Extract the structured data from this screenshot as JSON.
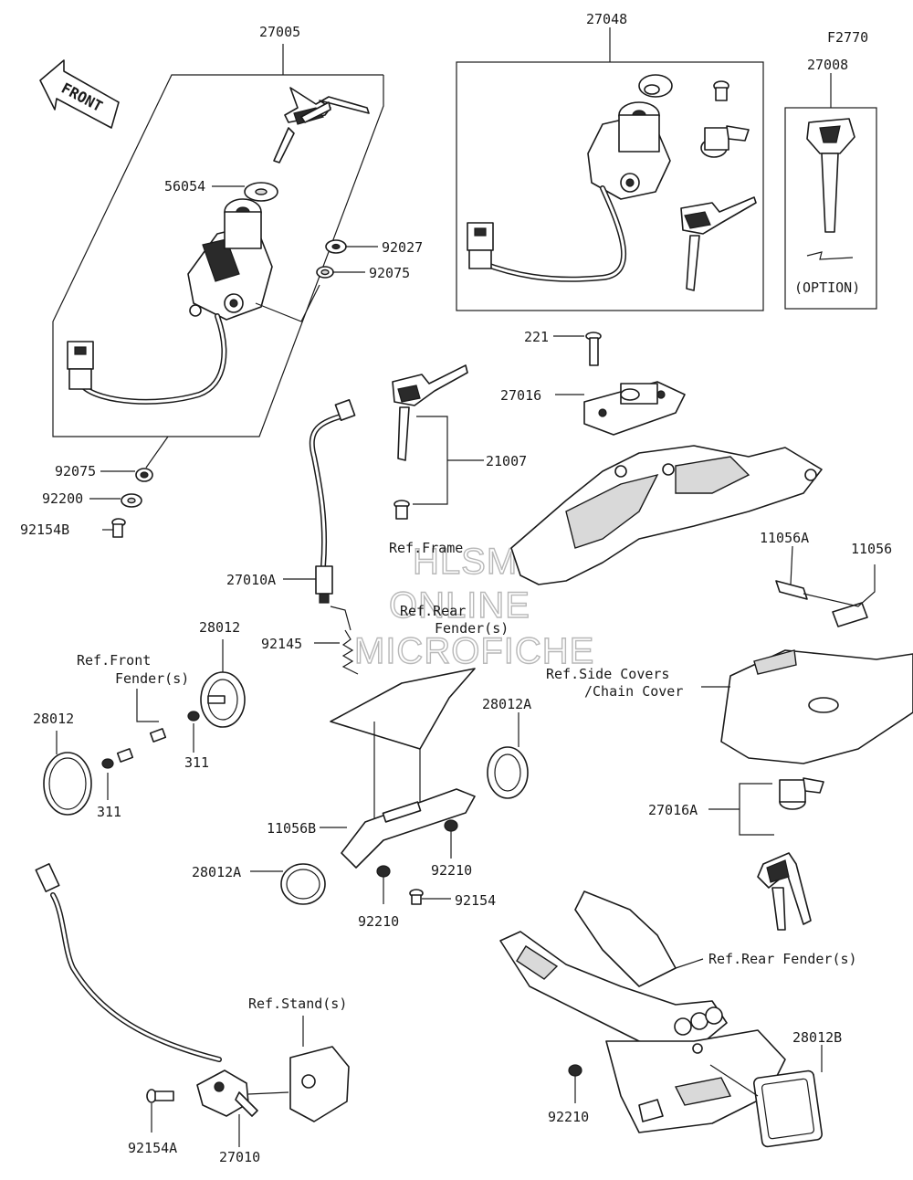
{
  "diagram": {
    "code": "F2770",
    "front_marker": "FRONT",
    "watermark": [
      "HLSM",
      "ONLINE",
      "MICROFICHE"
    ],
    "labels": {
      "p27005": "27005",
      "p27048": "27048",
      "p27008": "27008",
      "option": "(OPTION)",
      "p56054": "56054",
      "p92027": "92027",
      "p92075a": "92075",
      "p92075b": "92075",
      "p92200": "92200",
      "p92154b": "92154B",
      "p221": "221",
      "p27016": "27016",
      "p21007": "21007",
      "ref_frame": "Ref.Frame",
      "p27010a": "27010A",
      "ref_rear_1": "Ref.Rear",
      "ref_rear_2": "Fender(s)",
      "p11056a": "11056A",
      "p11056": "11056",
      "p92145": "92145",
      "p28012_top": "28012",
      "ref_front_1": "Ref.Front",
      "ref_front_2": "Fender(s)",
      "ref_side_1": "Ref.Side Covers",
      "ref_side_2": "/Chain Cover",
      "p28012_left": "28012",
      "p311a": "311",
      "p311b": "311",
      "p28012a_right": "28012A",
      "p11056b": "11056B",
      "p92210a": "92210",
      "p27016a": "27016A",
      "p28012a_left": "28012A",
      "p92154": "92154",
      "p92210b": "92210",
      "ref_rear_fender": "Ref.Rear Fender(s)",
      "ref_stand": "Ref.Stand(s)",
      "p28012b": "28012B",
      "p92154a": "92154A",
      "p27010": "27010",
      "p92210c": "92210"
    }
  }
}
